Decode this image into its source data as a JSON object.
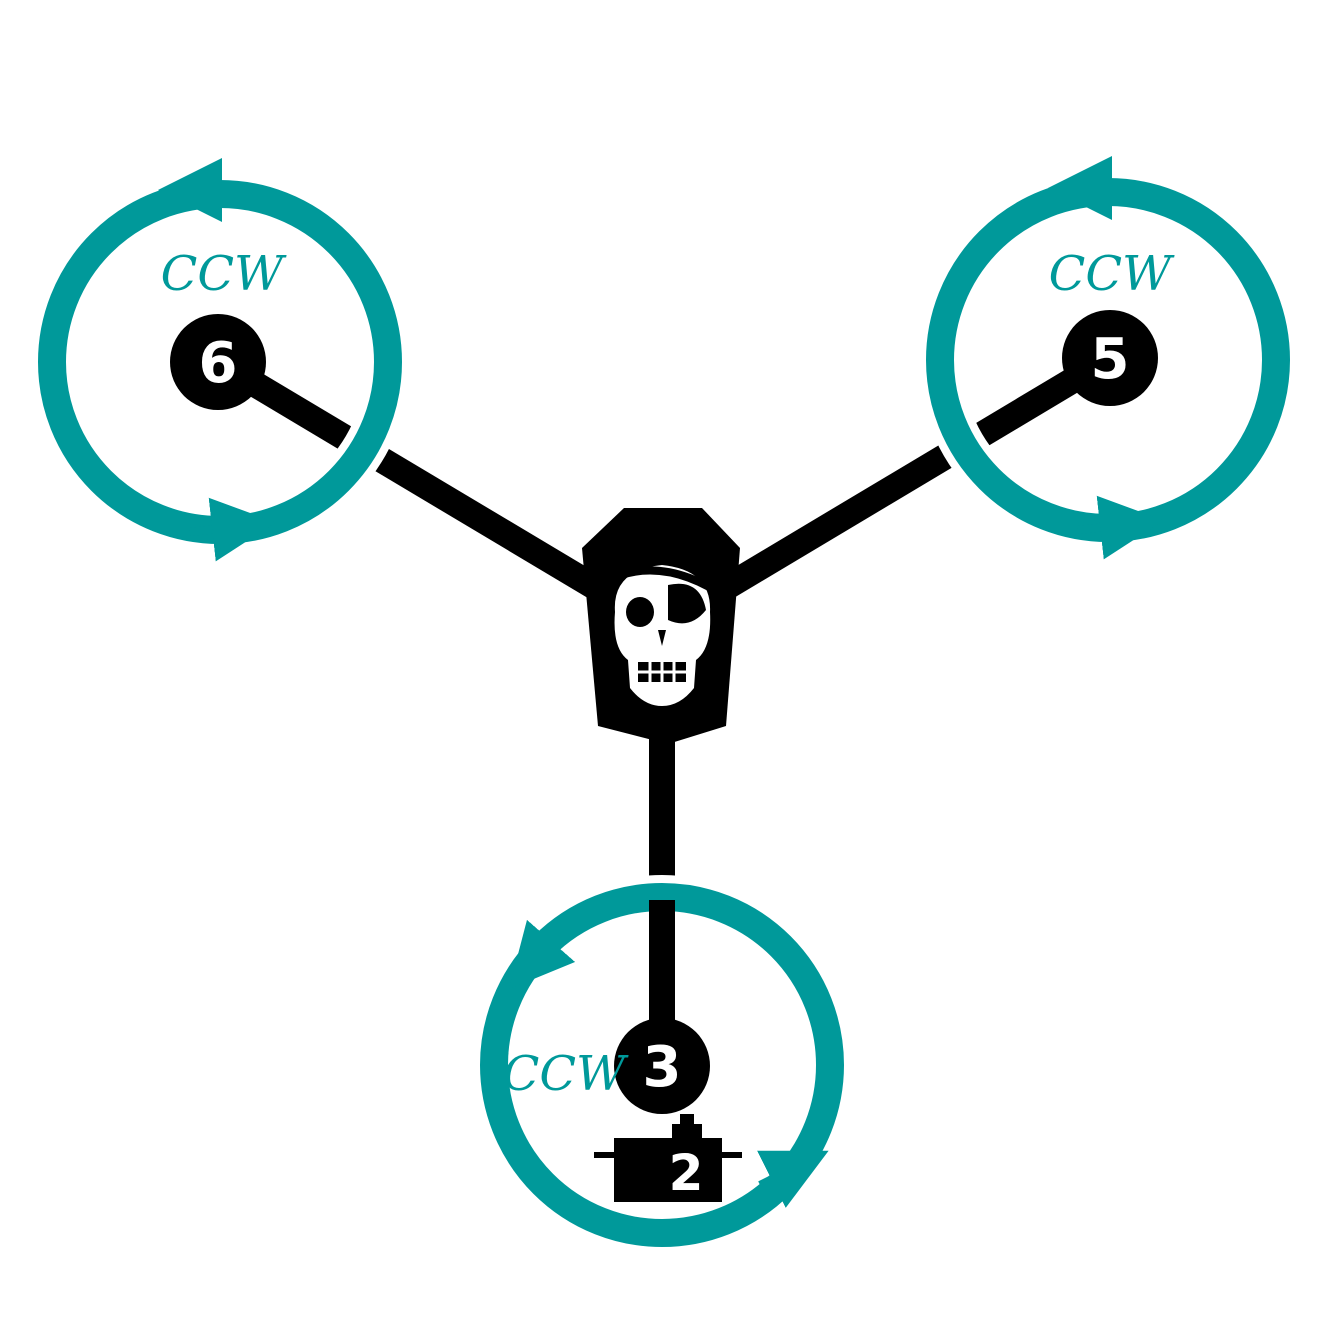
{
  "colors": {
    "ring": "#00999a",
    "frame": "#000000",
    "background": "#ffffff",
    "label_on_dark": "#ffffff"
  },
  "motors": [
    {
      "id": "motor-6",
      "number": "6",
      "direction_label": "CCW"
    },
    {
      "id": "motor-5",
      "number": "5",
      "direction_label": "CCW"
    },
    {
      "id": "motor-3",
      "number": "3",
      "direction_label": "CCW"
    }
  ],
  "servo": {
    "number": "2",
    "icon": "servo-icon"
  },
  "center": {
    "icon": "pirate-skull-icon"
  }
}
